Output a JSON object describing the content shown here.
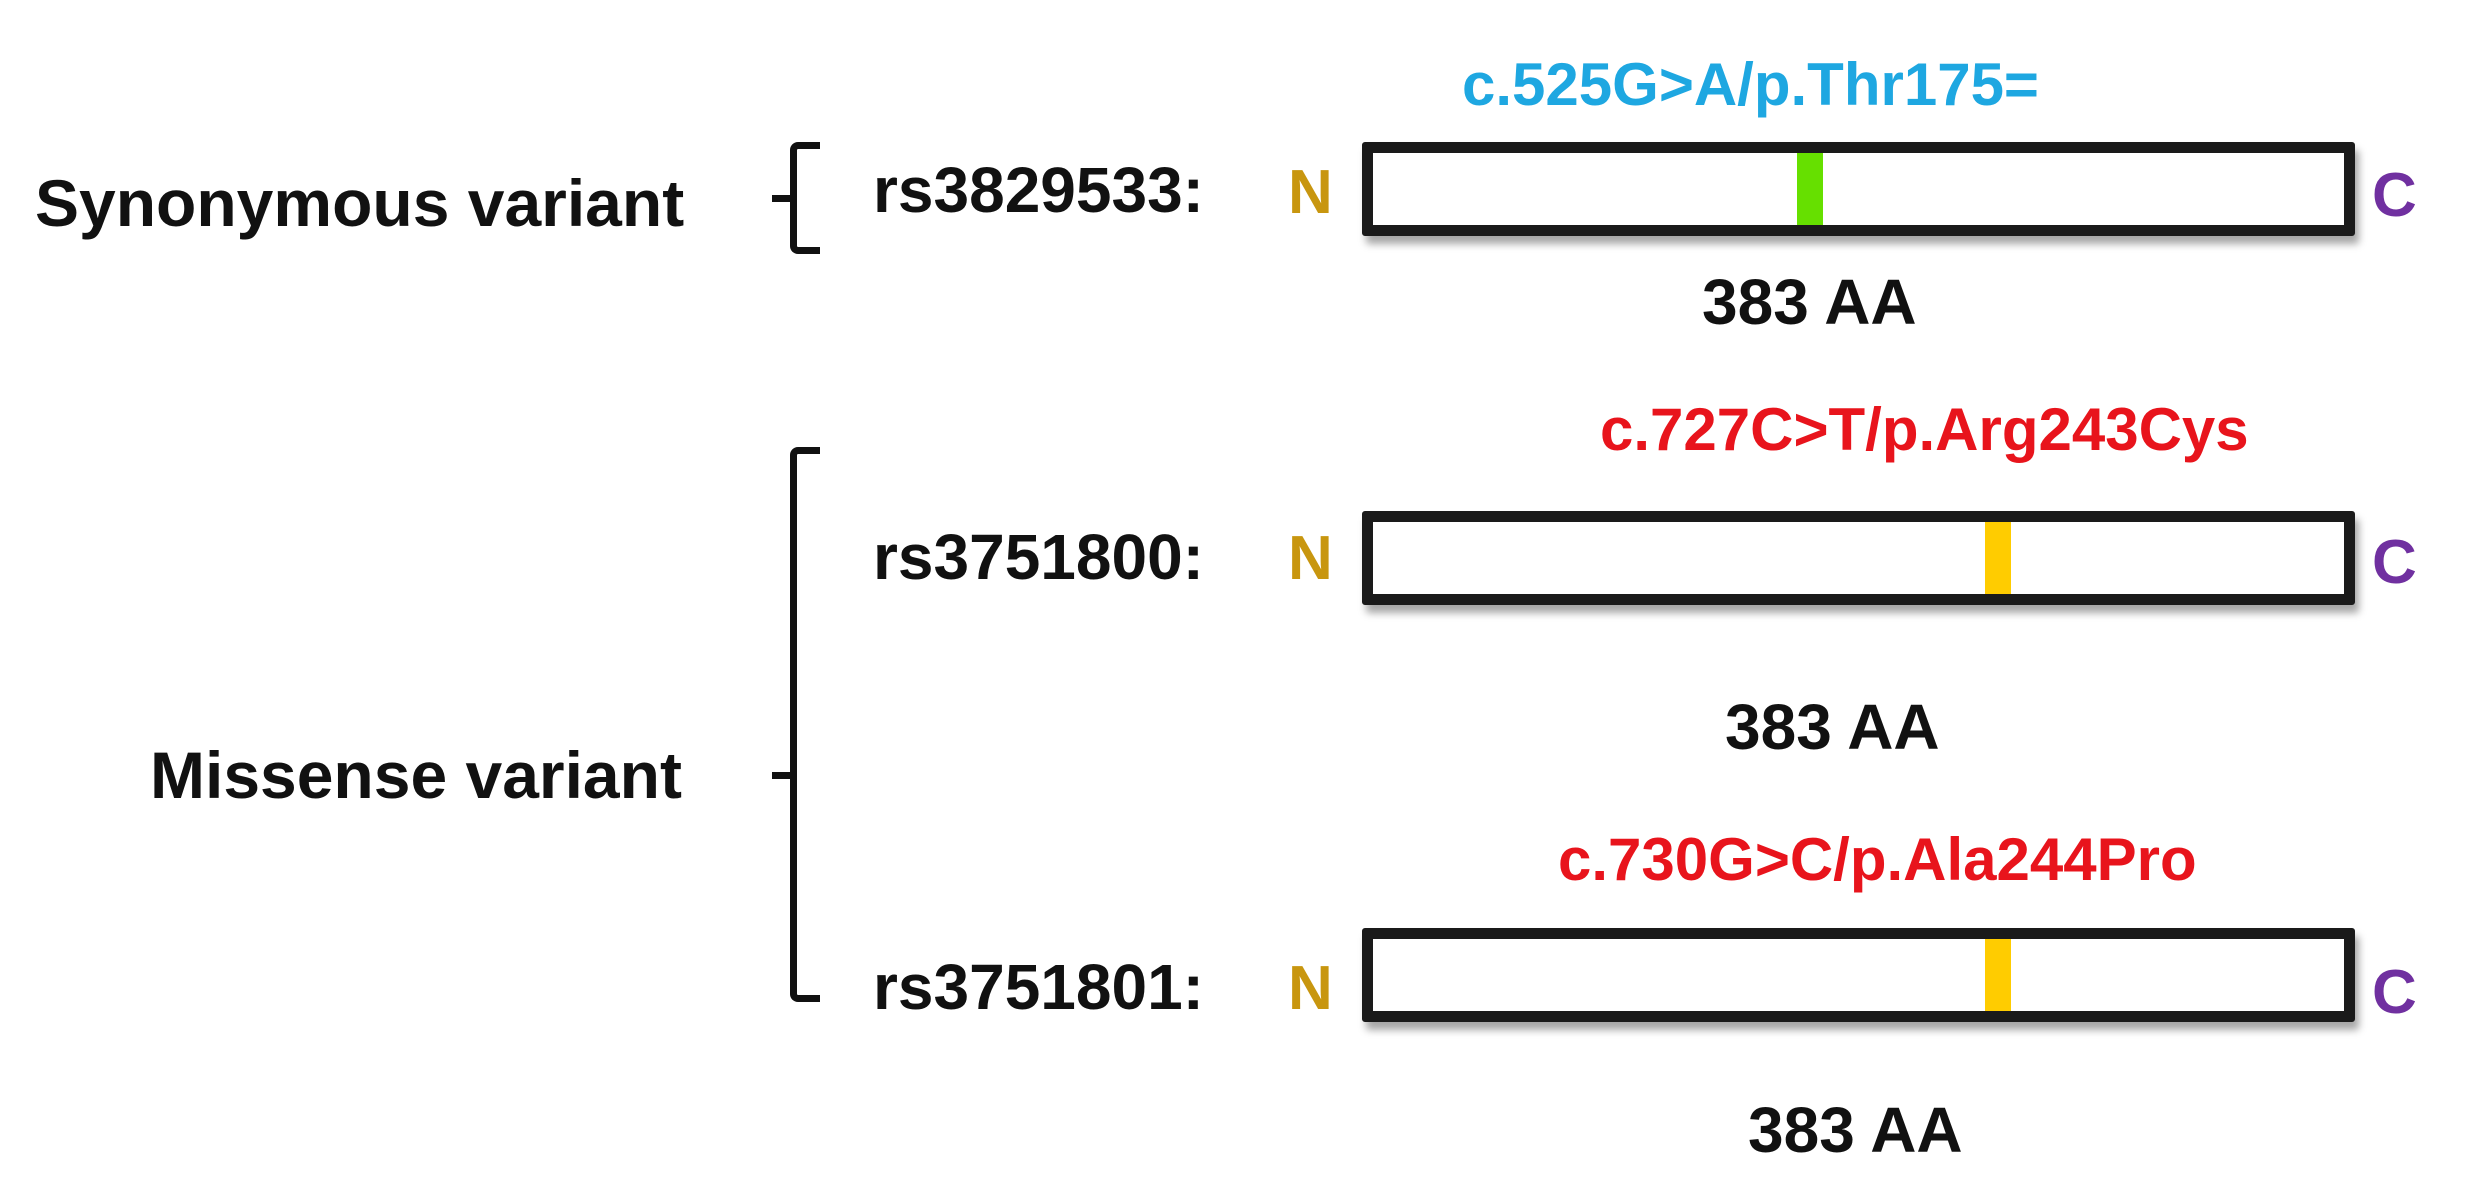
{
  "colors": {
    "n_terminus": "#c8960f",
    "c_terminus": "#7030a0",
    "synonymous_label": "#1ea7e1",
    "missense_label": "#e8141c",
    "synonymous_marker": "#66e000",
    "missense_marker": "#ffcc00"
  },
  "groups": [
    {
      "label": "Synonymous variant"
    },
    {
      "label": "Missense variant"
    }
  ],
  "variants": [
    {
      "rsid": "rs3829533:",
      "n_label": "N",
      "c_label": "C",
      "hgvs": "c.525G>A/p.Thr175=",
      "length": "383 AA",
      "type": "synonymous",
      "residue": 175
    },
    {
      "rsid": "rs3751800:",
      "n_label": "N",
      "c_label": "C",
      "hgvs": "c.727C>T/p.Arg243Cys",
      "length": "383 AA",
      "type": "missense",
      "residue": 243
    },
    {
      "rsid": "rs3751801:",
      "n_label": "N",
      "c_label": "C",
      "hgvs": "c.730G>C/p.Ala244Pro",
      "length": "383 AA",
      "type": "missense",
      "residue": 244
    }
  ]
}
